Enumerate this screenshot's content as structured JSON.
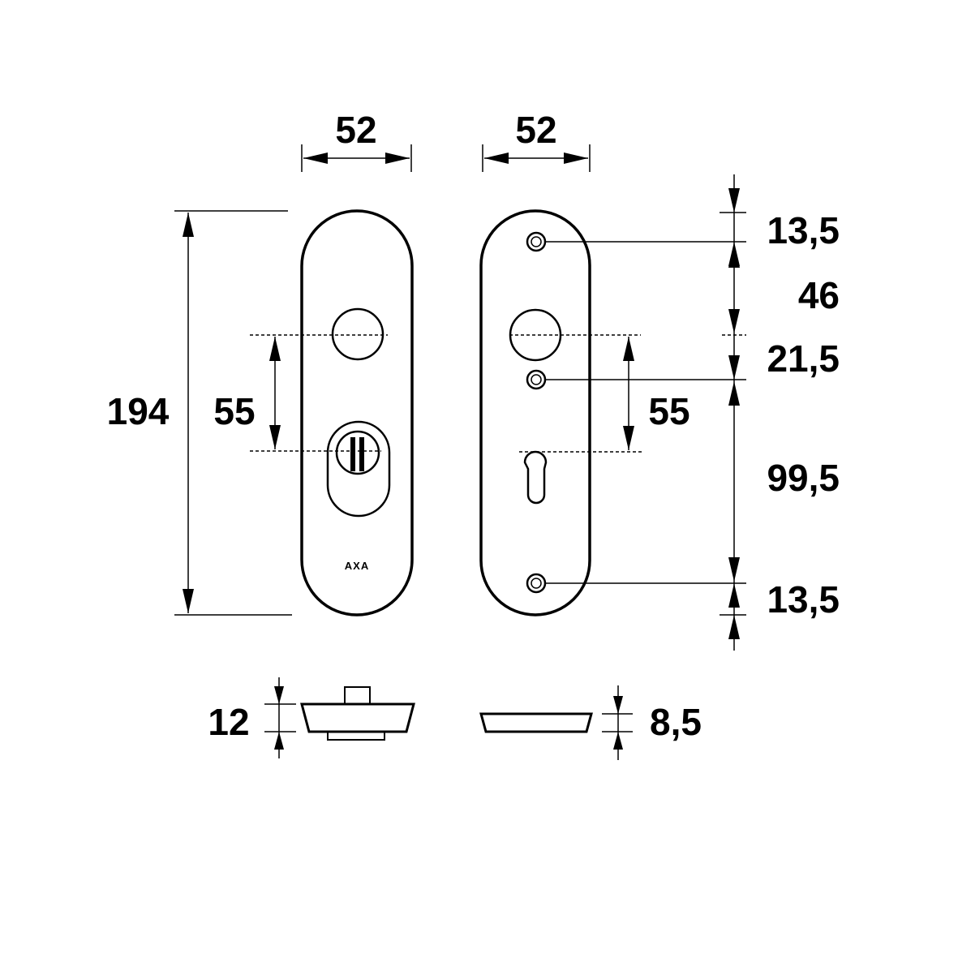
{
  "dimensions": {
    "left_plate_width": "52",
    "right_plate_width": "52",
    "overall_height": "194",
    "left_center_distance": "55",
    "right_center_distance": "55",
    "top_screw_offset": "13,5",
    "screw_to_handle": "46",
    "handle_to_screw": "21,5",
    "screw_to_bottom_screw": "99,5",
    "bottom_screw_offset": "13,5",
    "left_thickness": "12",
    "right_thickness": "8,5"
  },
  "branding": {
    "logo_text": "AXA"
  }
}
